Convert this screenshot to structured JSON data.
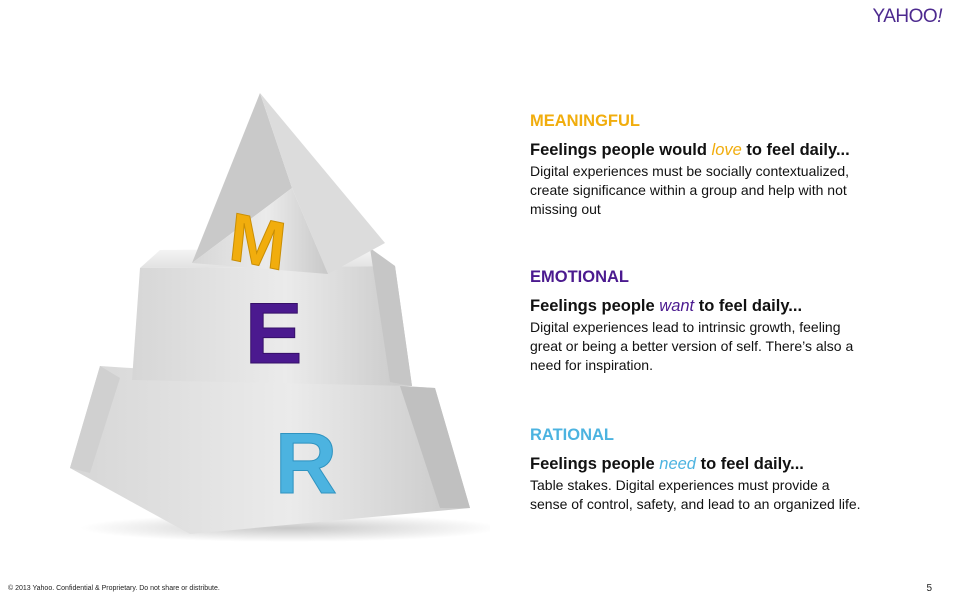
{
  "brand": {
    "logo_text": "YAHOO",
    "logo_bang": "!"
  },
  "pyramid": {
    "top_letter": "M",
    "middle_letter": "E",
    "bottom_letter": "R",
    "colors": {
      "M": "#f1ad0d",
      "E": "#4b1a8f",
      "R": "#4cb3e0"
    }
  },
  "sections": [
    {
      "title": "MEANINGFUL",
      "title_color": "#f1ad0d",
      "head_pre": "Feelings people would ",
      "keyword": "love",
      "head_post": " to feel daily...",
      "body": "Digital experiences must be socially contextualized,\ncreate significance within a group and help with not\nmissing out"
    },
    {
      "title": "EMOTIONAL",
      "title_color": "#4b1a8f",
      "head_pre": "Feelings people ",
      "keyword": "want",
      "head_post": " to feel daily...",
      "body": "Digital experiences lead to intrinsic growth, feeling\ngreat or being a better version of self. There’s also a\nneed for inspiration."
    },
    {
      "title": "RATIONAL",
      "title_color": "#4cb3e0",
      "head_pre": "Feelings people ",
      "keyword": "need",
      "head_post": " to feel daily...",
      "body": "Table stakes. Digital experiences must provide a\nsense of control, safety, and lead to an organized life."
    }
  ],
  "footer": {
    "copyright": "© 2013 Yahoo.  Confidential & Proprietary.  Do not share or distribute.",
    "page_number": "5"
  }
}
